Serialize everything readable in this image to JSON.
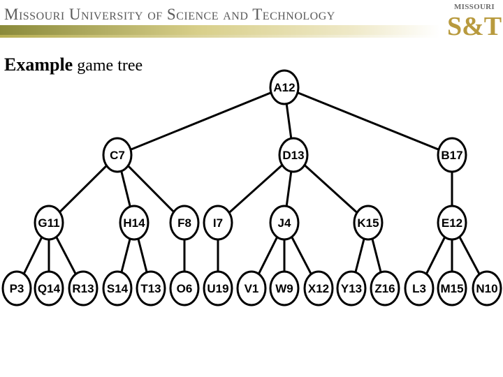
{
  "header": {
    "institution": "Missouri University of Science and Technology",
    "logo_top": "MISSOURI",
    "logo_main": "S&T"
  },
  "slide": {
    "title_bold": "Example",
    "title_rest": " game tree"
  },
  "tree": {
    "levels": [
      [
        "A12"
      ],
      [
        "C7",
        "D13",
        "B17"
      ],
      [
        "G11",
        "H14",
        "F8",
        "I7",
        "J4",
        "K15",
        "E12"
      ],
      [
        "P3",
        "Q14",
        "R13",
        "S14",
        "T13",
        "O6",
        "U19",
        "V1",
        "W9",
        "X12",
        "Y13",
        "Z16",
        "L3",
        "M15",
        "N10"
      ]
    ],
    "edges": [
      [
        "A12",
        "C7"
      ],
      [
        "A12",
        "D13"
      ],
      [
        "A12",
        "B17"
      ],
      [
        "C7",
        "G11"
      ],
      [
        "C7",
        "H14"
      ],
      [
        "C7",
        "F8"
      ],
      [
        "D13",
        "I7"
      ],
      [
        "D13",
        "J4"
      ],
      [
        "D13",
        "K15"
      ],
      [
        "B17",
        "E12"
      ],
      [
        "G11",
        "P3"
      ],
      [
        "G11",
        "Q14"
      ],
      [
        "G11",
        "R13"
      ],
      [
        "H14",
        "S14"
      ],
      [
        "H14",
        "T13"
      ],
      [
        "F8",
        "O6"
      ],
      [
        "I7",
        "U19"
      ],
      [
        "J4",
        "V1"
      ],
      [
        "J4",
        "W9"
      ],
      [
        "J4",
        "X12"
      ],
      [
        "K15",
        "Y13"
      ],
      [
        "K15",
        "Z16"
      ],
      [
        "E12",
        "L3"
      ],
      [
        "E12",
        "M15"
      ],
      [
        "E12",
        "N10"
      ]
    ]
  }
}
